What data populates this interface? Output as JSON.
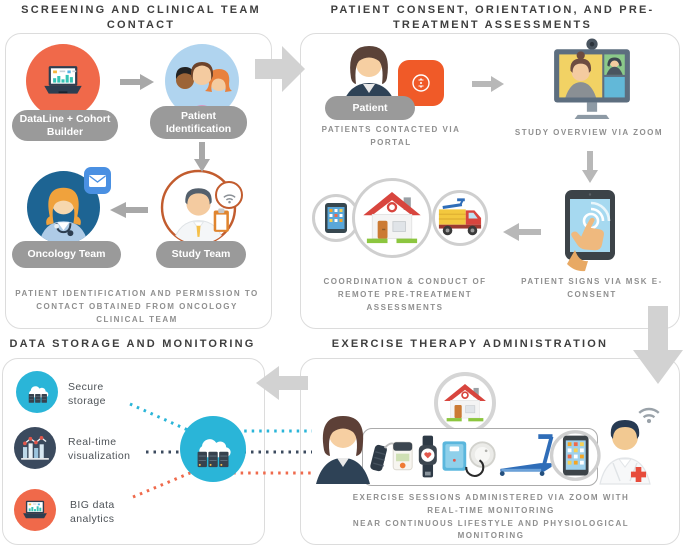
{
  "screening": {
    "title": "SCREENING AND CLINICAL TEAM CONTACT",
    "node_dataline": "DataLine + Cohort Builder",
    "node_patient_id": "Patient Identification",
    "node_oncology": "Oncology Team",
    "node_study": "Study Team",
    "caption": "PATIENT IDENTIFICATION AND PERMISSION TO CONTACT OBTAINED FROM ONCOLOGY CLINICAL TEAM"
  },
  "consent": {
    "title": "PATIENT CONSENT, ORIENTATION, AND PRE-TREATMENT ASSESSMENTS",
    "patient_label": "Patient",
    "caption_portal": "PATIENTS CONTACTED VIA PORTAL",
    "caption_zoom": "STUDY OVERVIEW VIA ZOOM",
    "caption_coordination": "COORDINATION & CONDUCT OF REMOTE PRE-TREATMENT ASSESSMENTS",
    "caption_econsent": "PATIENT SIGNS VIA MSK E-CONSENT"
  },
  "storage": {
    "title": "DATA STORAGE AND MONITORING",
    "item_secure": "Secure storage",
    "item_realtime": "Real-time visualization",
    "item_bigdata": "BIG data analytics"
  },
  "exercise": {
    "title": "EXERCISE THERAPY ADMINISTRATION",
    "caption_sessions": "EXERCISE SESSIONS ADMINISTERED VIA ZOOM WITH REAL-TIME MONITORING",
    "caption_monitoring": "NEAR CONTINUOUS LIFESTYLE AND PHYSIOLOGICAL MONITORING"
  },
  "colors": {
    "accent_orange": "#f0694a",
    "accent_cyan": "#2ab5d8",
    "accent_navy": "#3b4a5e",
    "accent_blue": "#1d6493",
    "light_blue": "#b0d4ef",
    "accent_red": "#ef6a4c",
    "label_gray": "#9a9a9a",
    "arrow_gray": "#d2d2d2",
    "panel_border": "#dcdcdc",
    "title_text": "#3e3e3e",
    "caption_text": "#8f8f8f"
  },
  "icons": {
    "laptop_chart": "laptop with analytics bars",
    "people_group": "three diverse patients",
    "doctor_woman": "female oncologist",
    "envelope_app": "mail app badge",
    "study_man": "study team member with clipboard",
    "wifi": "wireless signal",
    "patient_woman": "patient avatar",
    "portal_app": "MSK portal app badge",
    "zoom_monitor": "video call on monitor with webcam",
    "econsent_tablet": "hand signing on tablet",
    "tablet_small": "tablet with apps",
    "house": "patient home",
    "truck_treadmill": "delivery truck with treadmill",
    "cloud_servers": "cloud storage servers",
    "realtime_chart": "bar and line chart",
    "device_strip": "blood pressure cuff, pulse unit, smartwatch, scale, tracker disc, treadmill, tablet",
    "clinician_man": "exercise physiologist",
    "red_cross": "medical cross"
  }
}
